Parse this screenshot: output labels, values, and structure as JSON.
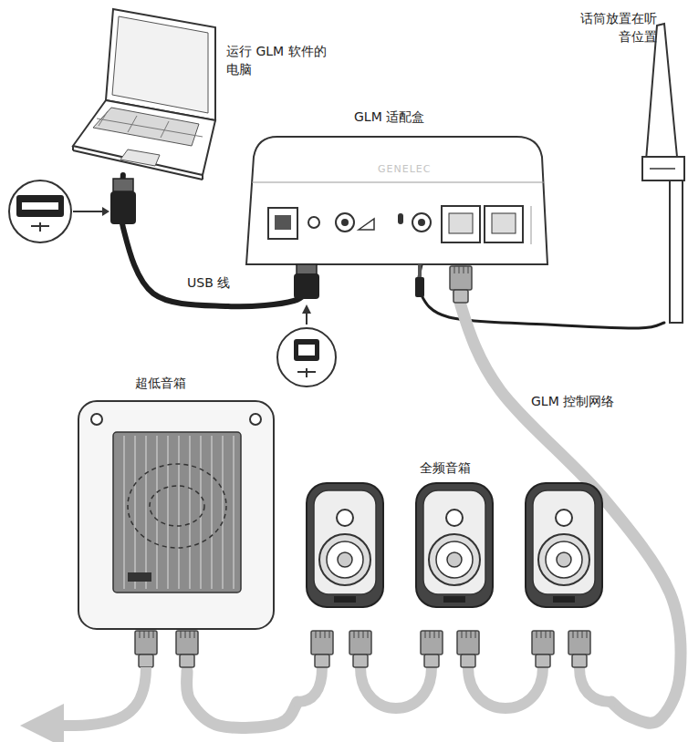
{
  "diagram": {
    "nodes": [
      {
        "text": [
          "运行 GLM 软件的电脑"
        ]
      },
      {
        "text": [
          "GLM 适配盒"
        ]
      },
      {
        "text": [
          "话筒放置在听音位置"
        ]
      },
      {
        "text": [
          "超低音箱"
        ]
      },
      {
        "text": [
          "全频音箱"
        ]
      }
    ],
    "edges": [
      {
        "from": 0,
        "to": 1,
        "label": "USB 线",
        "arrow": "none"
      },
      {
        "from": 1,
        "to": 2,
        "arrow": "none"
      },
      {
        "from": 1,
        "to": 4,
        "label": "GLM 控制网络",
        "arrow": "none"
      },
      {
        "from": 4,
        "to": 3,
        "arrow": "none"
      }
    ],
    "labels": [
      "GENELEC"
    ]
  }
}
